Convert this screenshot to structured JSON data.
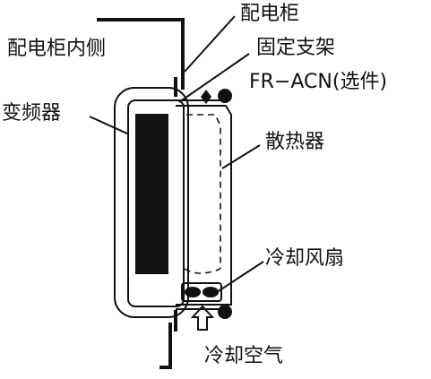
{
  "labels": {
    "cabinet": "配电柜",
    "cabinet_inside": "配电柜内侧",
    "bracket": "固定支架",
    "bracket_model": "FR−ACN(选件)",
    "inverter": "变频器",
    "heatsink": "散热器",
    "fan": "冷却风扇",
    "cooling_air": "冷却空气"
  }
}
